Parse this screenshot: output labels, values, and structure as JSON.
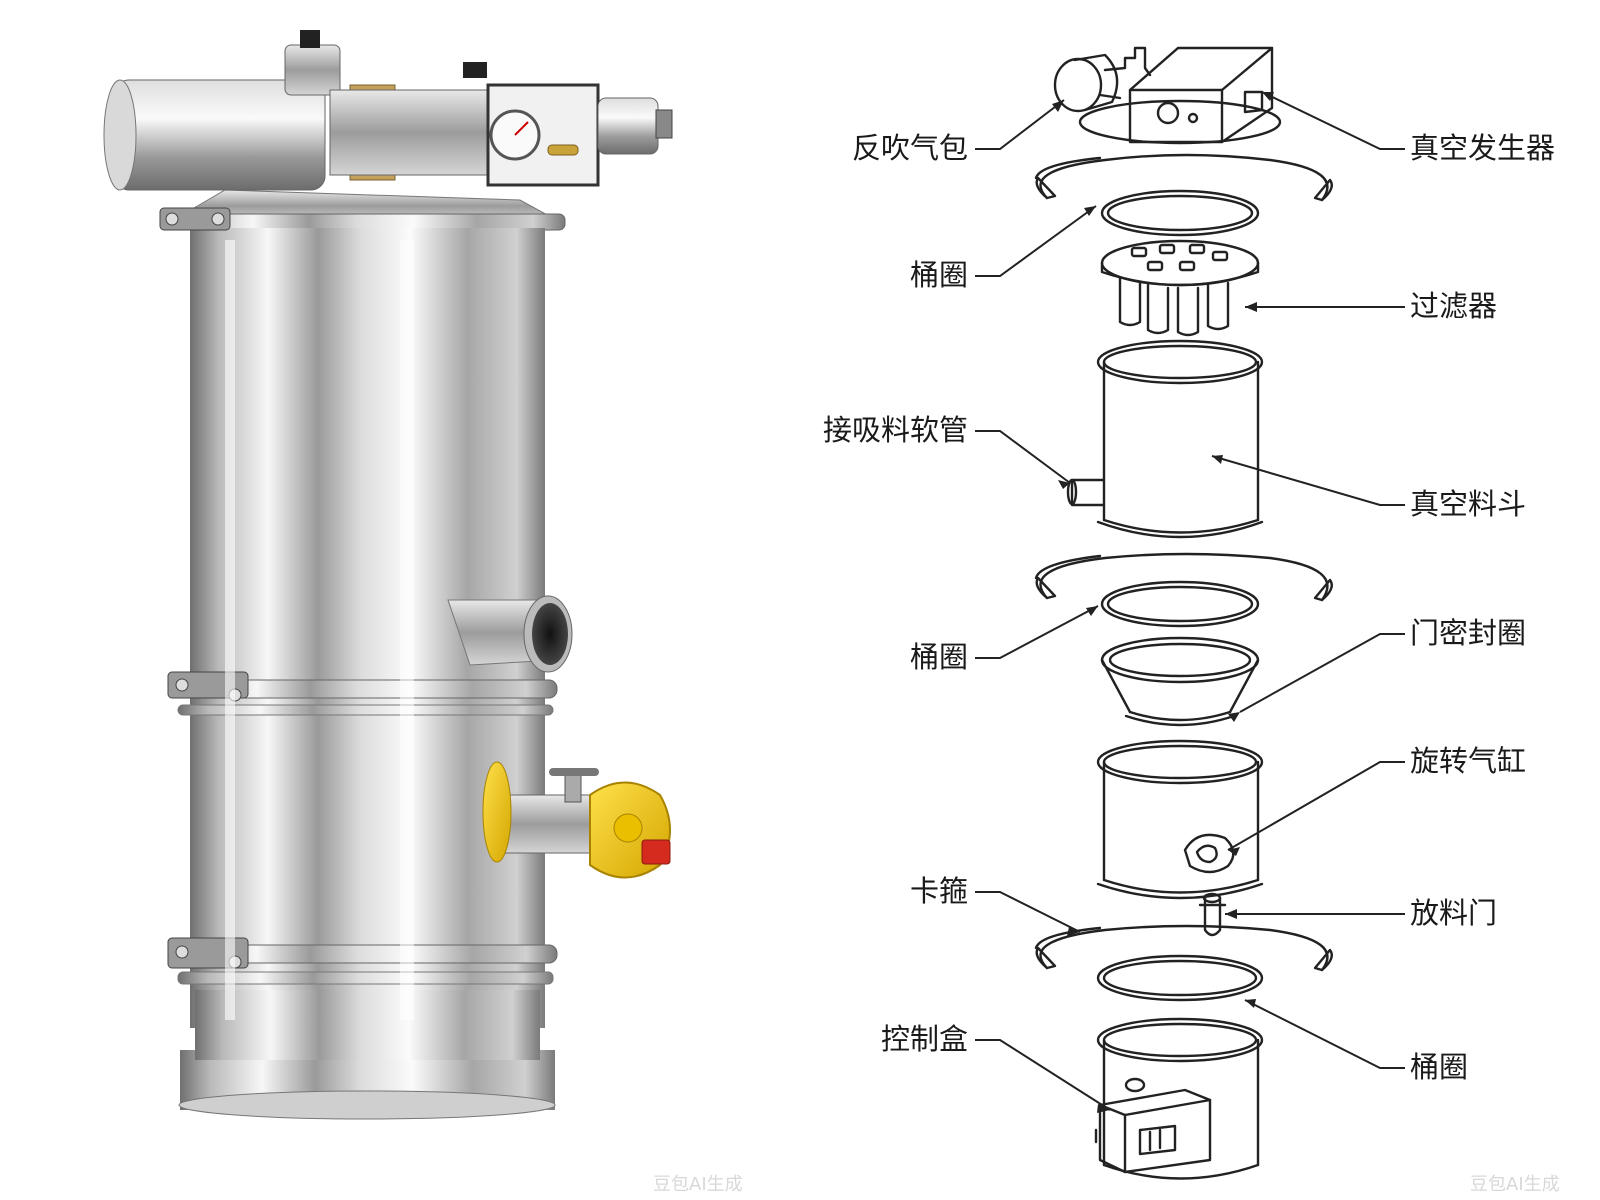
{
  "labels": {
    "blowback_air_tank": "反吹气包",
    "vacuum_generator": "真空发生器",
    "hoop_upper": "桶圈",
    "filter": "过滤器",
    "suction_hose": "接吸料软管",
    "vacuum_hopper": "真空料斗",
    "hoop_middle": "桶圈",
    "door_seal": "门密封圈",
    "rotary_cylinder": "旋转气缸",
    "clamp": "卡箍",
    "discharge_door": "放料门",
    "control_box": "控制盒",
    "hoop_lower": "桶圈"
  },
  "watermarks": {
    "left": "豆包AI生成",
    "right": "豆包AI生成"
  },
  "colors": {
    "line": "#222222",
    "steel_light": "#f2f2f2",
    "steel_dark": "#8a8a8a",
    "valve_yellow": "#f2c300",
    "valve_red": "#d42b1e"
  }
}
